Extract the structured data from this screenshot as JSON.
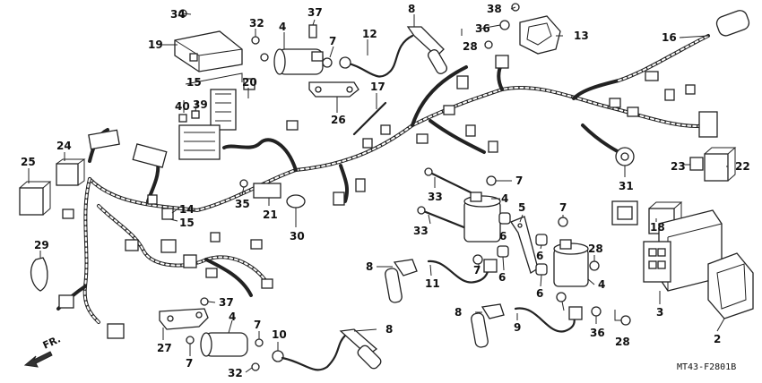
{
  "diagram": {
    "figure_code": "MT43-F2801B",
    "direction_label": "FR.",
    "callouts": [
      "34",
      "32",
      "37",
      "8",
      "38",
      "36",
      "28",
      "13",
      "16",
      "19",
      "4",
      "7",
      "12",
      "15",
      "40",
      "39",
      "20",
      "17",
      "26",
      "24",
      "25",
      "14",
      "15",
      "35",
      "21",
      "30",
      "23",
      "22",
      "31",
      "7",
      "33",
      "4",
      "33",
      "5",
      "6",
      "7",
      "28",
      "29",
      "18",
      "8",
      "11",
      "6",
      "6",
      "7",
      "6",
      "4",
      "3",
      "2",
      "37",
      "8",
      "9",
      "36",
      "28",
      "27",
      "4",
      "7",
      "10",
      "8",
      "7",
      "32"
    ]
  }
}
